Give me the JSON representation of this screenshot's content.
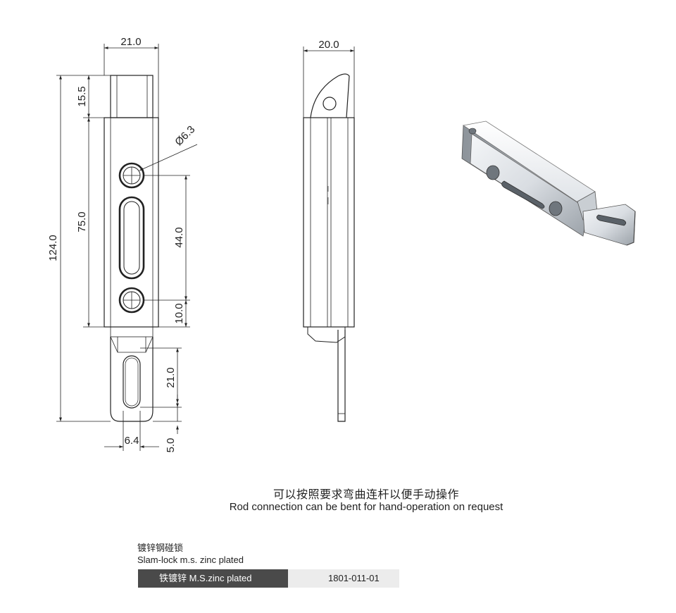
{
  "dimensions": {
    "front_width": "21.0",
    "side_width": "20.0",
    "top_tab": "15.5",
    "overall_length": "124.0",
    "body_length": "75.0",
    "hole_diameter": "Ø6.3",
    "hole_spacing": "44.0",
    "bottom_offset": "10.0",
    "slot_length": "21.0",
    "slot_width": "6.4",
    "end_offset": "5.0"
  },
  "caption": {
    "chinese": "可以按照要求弯曲连杆以便手动操作",
    "english": "Rod connection can be bent for hand-operation on request"
  },
  "product": {
    "name_cn": "镀锌钢碰锁",
    "name_en": "Slam-lock m.s. zinc plated",
    "finish": "铁镀锌 M.S.zinc plated",
    "code": "1801-011-01"
  },
  "colors": {
    "line": "#222222",
    "finish_bg": "#4a4a4a",
    "code_bg": "#ececec"
  }
}
